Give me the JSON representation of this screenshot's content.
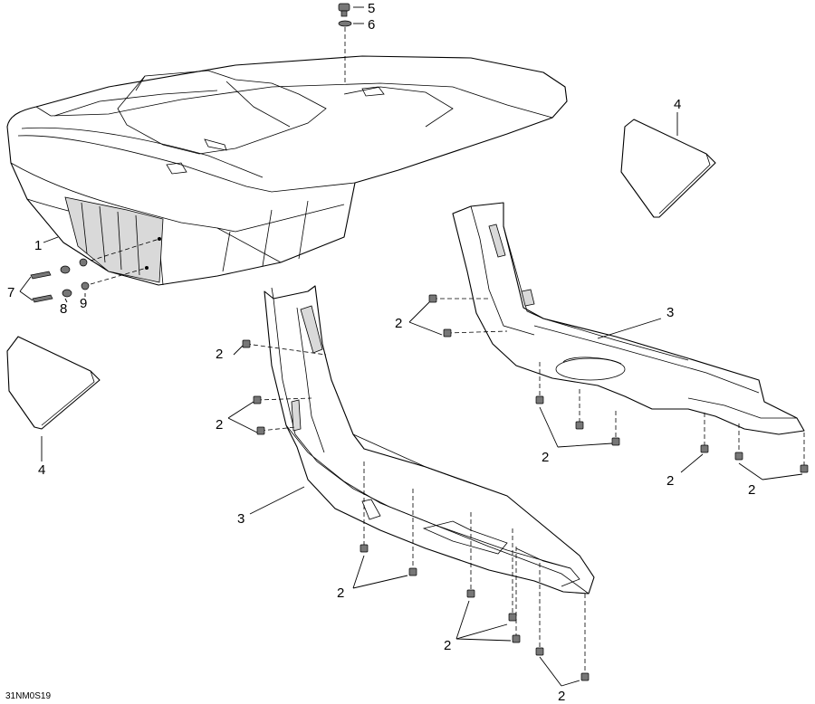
{
  "drawing": {
    "reference_code": "31NM0S19",
    "background": "#ffffff",
    "line_color": "#000000"
  },
  "callouts": {
    "c1": "1",
    "c2a": "2",
    "c2b": "2",
    "c2c": "2",
    "c2d": "2",
    "c2e": "2",
    "c2f": "2",
    "c2g": "2",
    "c2h": "2",
    "c2i": "2",
    "c3a": "3",
    "c3b": "3",
    "c4a": "4",
    "c4b": "4",
    "c5": "5",
    "c6": "6",
    "c7": "7",
    "c8": "8",
    "c9": "9"
  }
}
